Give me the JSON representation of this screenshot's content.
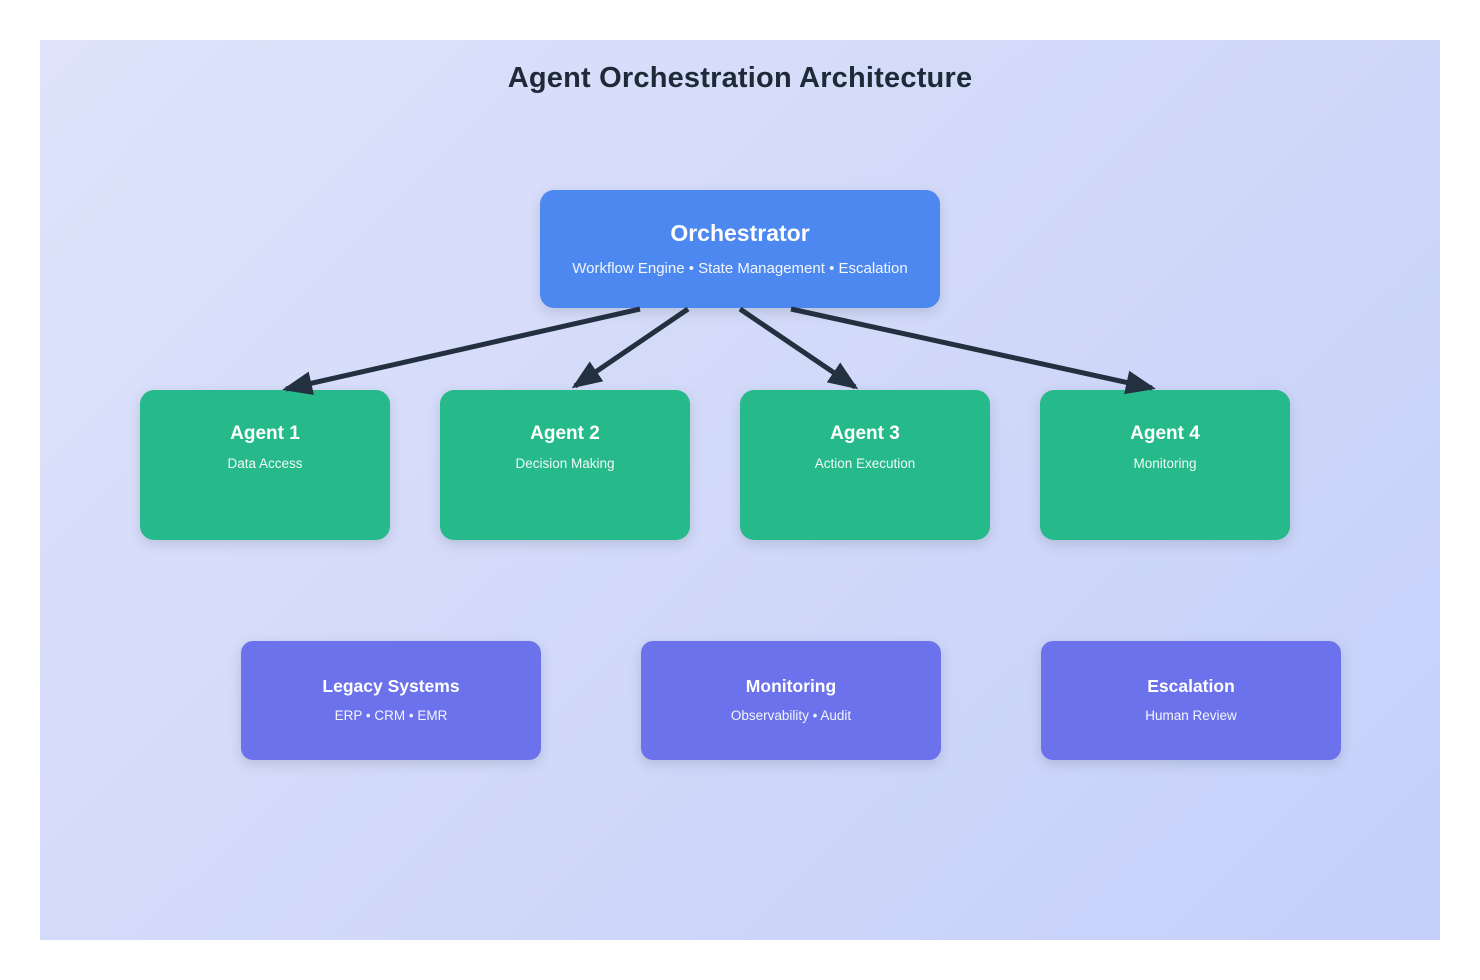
{
  "page": {
    "title": "Agent Orchestration Architecture"
  },
  "orchestrator": {
    "title": "Orchestrator",
    "subtitle": "Workflow Engine • State Management • Escalation"
  },
  "agents": [
    {
      "title": "Agent 1",
      "subtitle": "Data Access"
    },
    {
      "title": "Agent 2",
      "subtitle": "Decision Making"
    },
    {
      "title": "Agent 3",
      "subtitle": "Action Execution"
    },
    {
      "title": "Agent 4",
      "subtitle": "Monitoring"
    }
  ],
  "systems": [
    {
      "title": "Legacy Systems",
      "subtitle": "ERP • CRM • EMR"
    },
    {
      "title": "Monitoring",
      "subtitle": "Observability • Audit"
    },
    {
      "title": "Escalation",
      "subtitle": "Human Review"
    }
  ],
  "colors": {
    "orchestrator_fill": "#4c88f0",
    "agent_fill": "#26ba8b",
    "system_fill": "#6b72eb",
    "arrow": "#233040",
    "title_text": "#1f2a38",
    "background_gradient_start": "#dee3fb",
    "background_gradient_end": "#c5cffa",
    "node_text": "#ffffff"
  }
}
